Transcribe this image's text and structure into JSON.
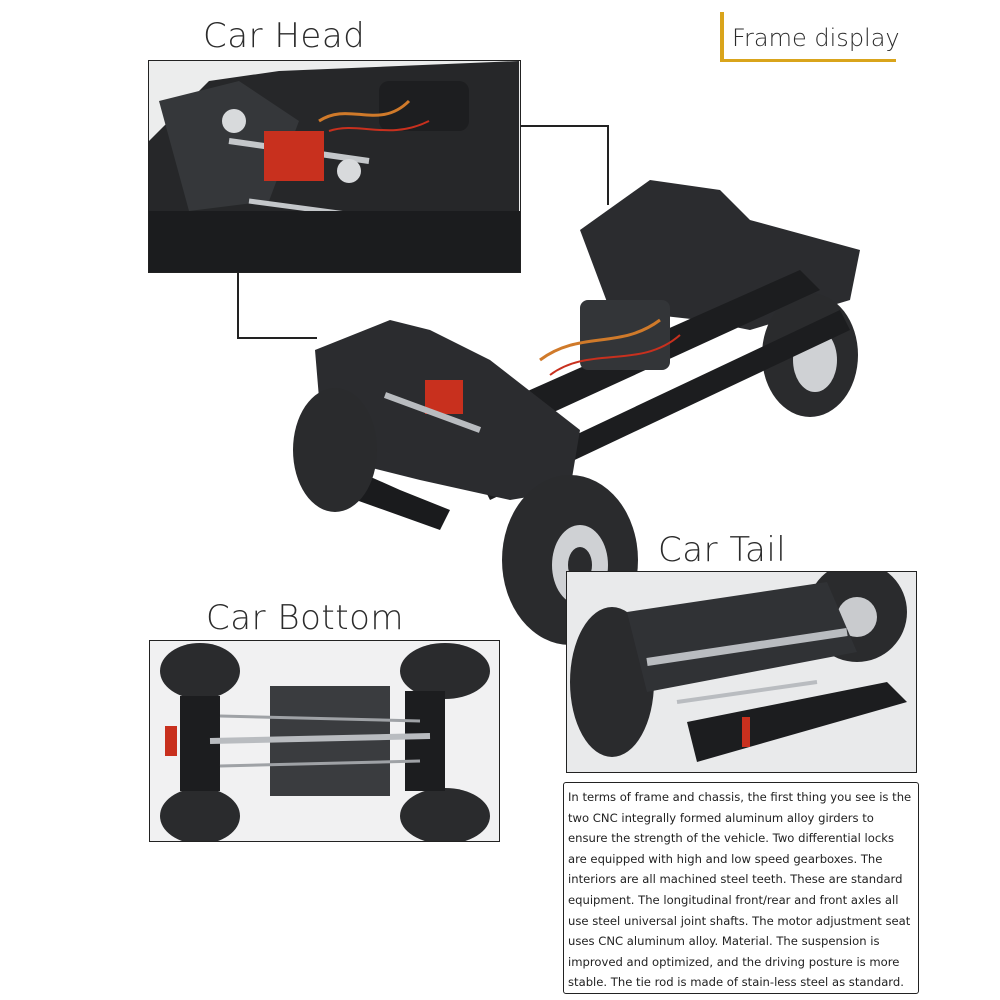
{
  "header": {
    "title": "Frame display",
    "accent_color": "#d9a41b"
  },
  "callouts": {
    "car_head": "Car Head",
    "car_tail": "Car Tail",
    "car_bottom": "Car Bottom"
  },
  "description": "In terms of frame and chassis, the first thing you see is the two CNC integrally formed aluminum alloy girders to ensure the strength of the vehicle. Two differential locks are equipped with high and low speed gearboxes. The interiors are all machined steel teeth. These are standard equipment. The longitudinal front/rear and front axles all use steel universal joint shafts. The motor adjustment seat uses CNC aluminum alloy. Material. The suspension is improved and optimized, and the driving posture is more stable. The tie rod is made of stain-less steel as standard.",
  "colors": {
    "frame_black": "#1c1d1f",
    "tire": "#2a2b2d",
    "heatsink_red": "#c8301e",
    "wire_orange": "#d07a2a",
    "steel": "#b9bcc0"
  }
}
